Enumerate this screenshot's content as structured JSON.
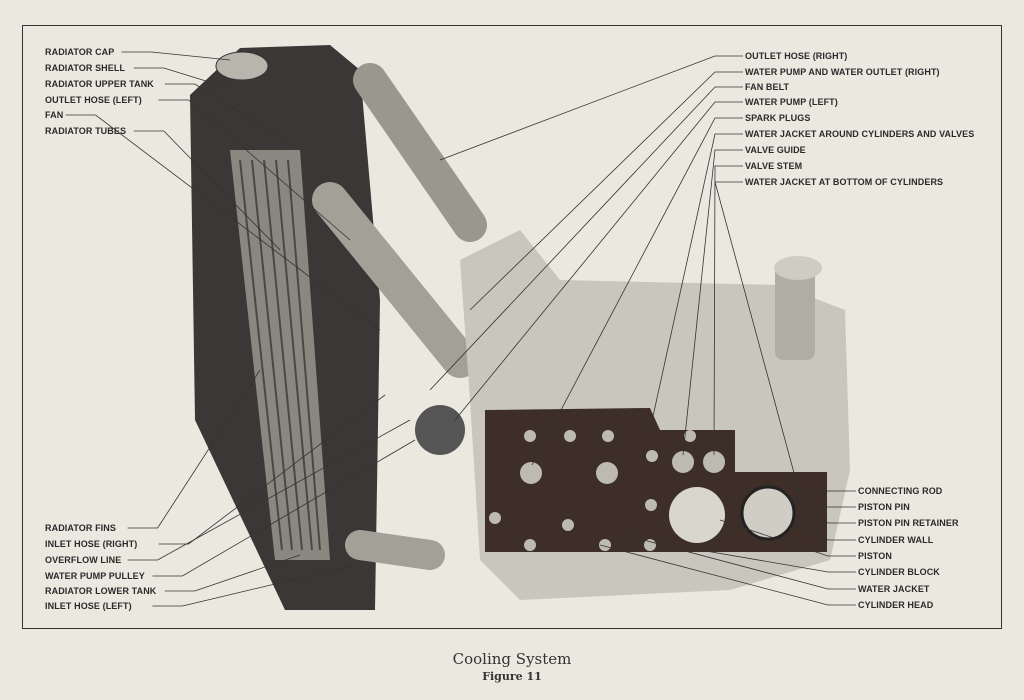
{
  "figure": {
    "title": "Cooling System",
    "number": "Figure 11"
  },
  "labels_left_top": [
    "RADIATOR CAP",
    "RADIATOR SHELL",
    "RADIATOR UPPER TANK",
    "OUTLET HOSE (LEFT)",
    "FAN",
    "RADIATOR TUBES"
  ],
  "labels_left_bottom": [
    "RADIATOR FINS",
    "INLET HOSE (RIGHT)",
    "OVERFLOW LINE",
    "WATER PUMP PULLEY",
    "RADIATOR LOWER TANK",
    "INLET HOSE (LEFT)"
  ],
  "labels_right_top": [
    "OUTLET HOSE (RIGHT)",
    "WATER PUMP AND WATER OUTLET (RIGHT)",
    "FAN BELT",
    "WATER PUMP (LEFT)",
    "SPARK PLUGS",
    "WATER JACKET AROUND CYLINDERS AND VALVES",
    "VALVE GUIDE",
    "VALVE STEM",
    "WATER JACKET AT BOTTOM OF CYLINDERS"
  ],
  "labels_right_bottom": [
    "CONNECTING ROD",
    "PISTON PIN",
    "PISTON PIN RETAINER",
    "CYLINDER WALL",
    "PISTON",
    "CYLINDER BLOCK",
    "WATER JACKET",
    "CYLINDER HEAD"
  ]
}
